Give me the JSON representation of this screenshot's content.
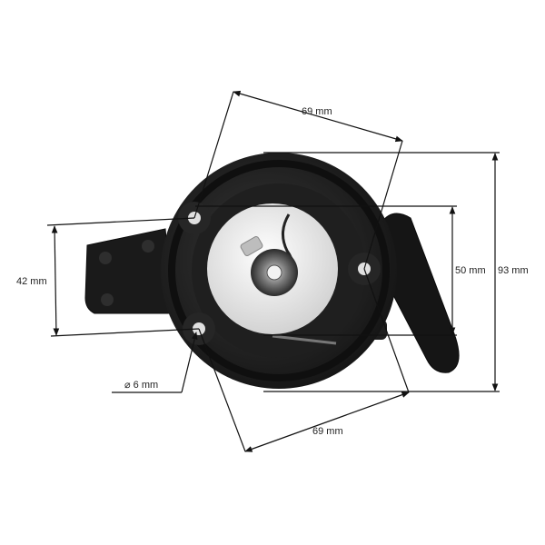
{
  "dimensions": {
    "top_width": "69 mm",
    "bottom_width": "69 mm",
    "left_height": "42 mm",
    "inner_height": "50 mm",
    "overall_height": "93 mm",
    "hole_diameter": "⌀ 6 mm"
  },
  "colors": {
    "background": "#ffffff",
    "housing": "#1c1c1c",
    "housing_highlight": "#3a3a3a",
    "pulley": "#e8e8e8",
    "dimension_line": "#111111"
  }
}
